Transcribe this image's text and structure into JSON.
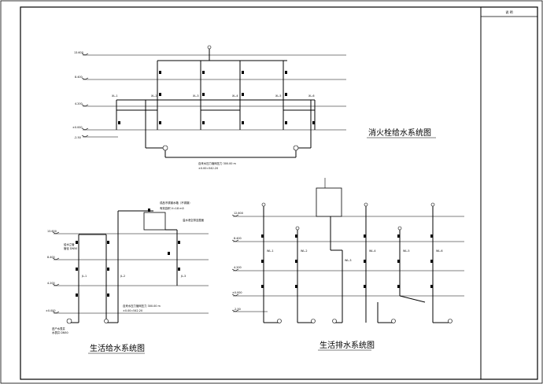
{
  "title_block": {
    "header": "说 明"
  },
  "fire_system": {
    "title": "消火栓给水系统图",
    "levels": [
      "13.600",
      "8.400",
      "4.200",
      "±0.000",
      "-2.50"
    ],
    "tags": [
      "XL-1",
      "XL-2",
      "XL-3",
      "XL-4",
      "XL-5",
      "XL-6"
    ],
    "main_note": "自来水压力管网压力 300.00 m",
    "main_note2": "±0.00=542.20"
  },
  "supply_system": {
    "title": "生活给水系统图",
    "levels": [
      "13.600",
      "8.400",
      "4.200",
      "±0.000"
    ],
    "tank_note": "成品不锈钢水箱（不锈钢）",
    "tank_note2": "有效容积 V=18 m3",
    "drain_note": "溢水泄空排至屋面",
    "main_note": "自来水压力管网压力 300.00 m",
    "main_note2": "±0.00=542.20",
    "inlet_note": "进户水表井",
    "inlet_note2": "水表井 DN50",
    "riser_note": "给水立管",
    "riser_note2": "管径 DN50",
    "tags": [
      "JL-1",
      "JL-2",
      "JL-3"
    ]
  },
  "drain_system": {
    "title": "生活排水系统图",
    "levels": [
      "12.600",
      "8.400",
      "4.200",
      "±0.000",
      "-2.50"
    ],
    "tags": [
      "WL-1",
      "WL-2",
      "WL-3",
      "WL-4",
      "WL-5",
      "WL-6"
    ]
  }
}
